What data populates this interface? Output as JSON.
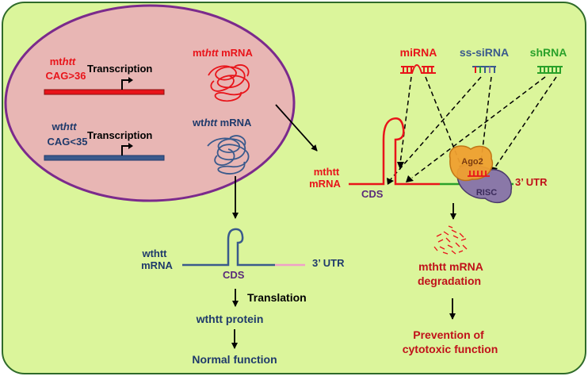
{
  "colors": {
    "background_panel": "#dbf59b",
    "panel_border": "#2f6b2a",
    "nucleus_fill": "#e8b6b4",
    "nucleus_border": "#7b2a8c",
    "mutant_red": "#e8141a",
    "wildtype_blue": "#3a5a8c",
    "navy_text": "#1f3a6b",
    "shrna_green": "#2aa12a",
    "ago2_orange": "#f0a030",
    "risc_purple": "#8a78a8",
    "utr_pink": "#f0a0c8",
    "dark_red_text": "#c0111a"
  },
  "nucleus": {
    "mutant_gene": {
      "prefix": "mt",
      "gene": "htt",
      "repeat": "CAG>36"
    },
    "mutant_transcription": "Transcription",
    "mutant_mrna_label": {
      "prefix": "mt",
      "gene": "htt",
      "suffix": " mRNA"
    },
    "wildtype_gene": {
      "prefix": "wt",
      "gene": "htt",
      "repeat": "CAG<35"
    },
    "wildtype_transcription": "Transcription",
    "wildtype_mrna_label": {
      "prefix": "wt",
      "gene": "htt",
      "suffix": " mRNA"
    }
  },
  "rnai": {
    "mirna": "miRNA",
    "ss_sirna": "ss-siRNA",
    "shrna": "shRNA"
  },
  "mutant_target": {
    "mrna_line1": "mthtt",
    "mrna_line2": "mRNA",
    "cds": "CDS",
    "utr": "3’ UTR",
    "ago2": "Ago2",
    "risc": "RISC",
    "degradation_line1": "mthtt mRNA",
    "degradation_line2": "degradation",
    "prevention_line1": "Prevention of",
    "prevention_line2": "cytotoxic function"
  },
  "wildtype_path": {
    "mrna_line1": "wthtt",
    "mrna_line2": "mRNA",
    "cds": "CDS",
    "utr": "3’ UTR",
    "translation": "Translation",
    "protein": "wthtt protein",
    "function": "Normal function"
  }
}
